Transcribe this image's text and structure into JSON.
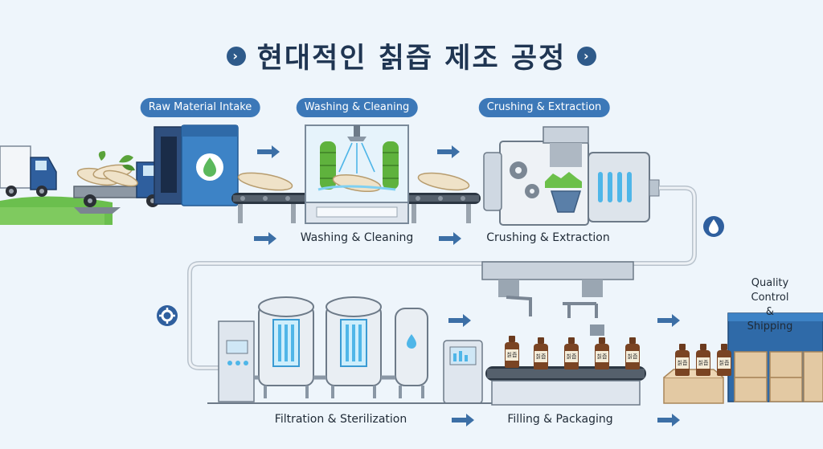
{
  "title": "현대적인 칡즙 제조 공정",
  "tags": {
    "raw_material": "Raw Material Intake",
    "washing": "Washing & Cleaning",
    "crushing": "Crushing & Extraction"
  },
  "captions": {
    "washing": "Washing & Cleaning",
    "crushing": "Crushing & Extraction",
    "filtration": "Filtration & Sterilization",
    "filling": "Filling & Packaging",
    "qc_line1": "Quality Control",
    "qc_line2": "& Shipping"
  },
  "bottle_label": "칡즙",
  "colors": {
    "accent": "#3c78b8",
    "title": "#1f3552",
    "machine": "#dfe6ee",
    "water": "#4fb6e8"
  },
  "icons": [
    "chevron-right-icon",
    "water-drop-icon",
    "gear-icon",
    "arrow-right-icon"
  ]
}
